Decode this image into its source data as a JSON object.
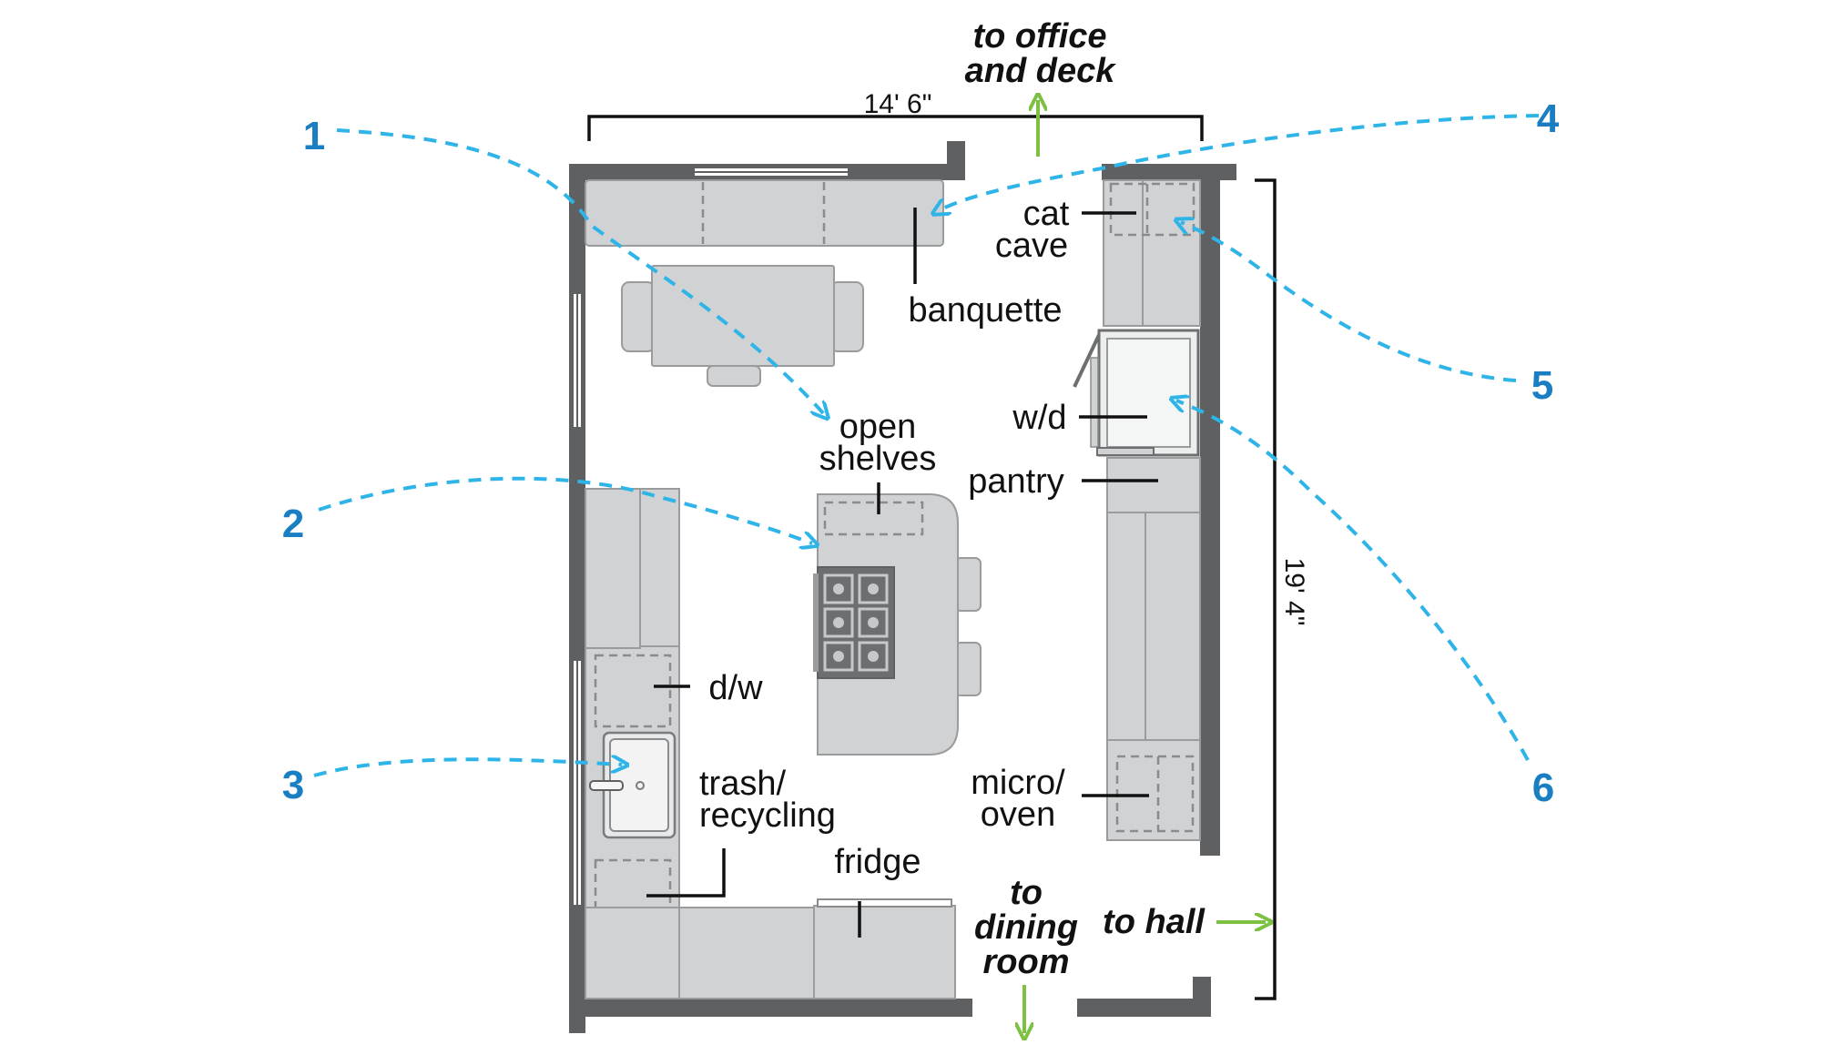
{
  "labels": {
    "to_office": "to office",
    "and_deck": "and deck",
    "width_dim": "14' 6\"",
    "height_dim": "19' 4\"",
    "banquette": "banquette",
    "cat": "cat",
    "cave": "cave",
    "wd": "w/d",
    "pantry": "pantry",
    "open": "open",
    "shelves": "shelves",
    "dw": "d/w",
    "trash": "trash/",
    "recycling": "recycling",
    "micro": "micro/",
    "oven": "oven",
    "fridge": "fridge",
    "to": "to",
    "dining": "dining",
    "room": "room",
    "to_hall": "to hall"
  },
  "callouts": [
    "1",
    "2",
    "3",
    "4",
    "5",
    "6"
  ],
  "colors": {
    "wall": "#5f6062",
    "cabinet": "#d1d2d4",
    "callout": "#2fb4e8",
    "callout_number": "#1a7ec2",
    "direction_arrow": "#7dc143"
  }
}
